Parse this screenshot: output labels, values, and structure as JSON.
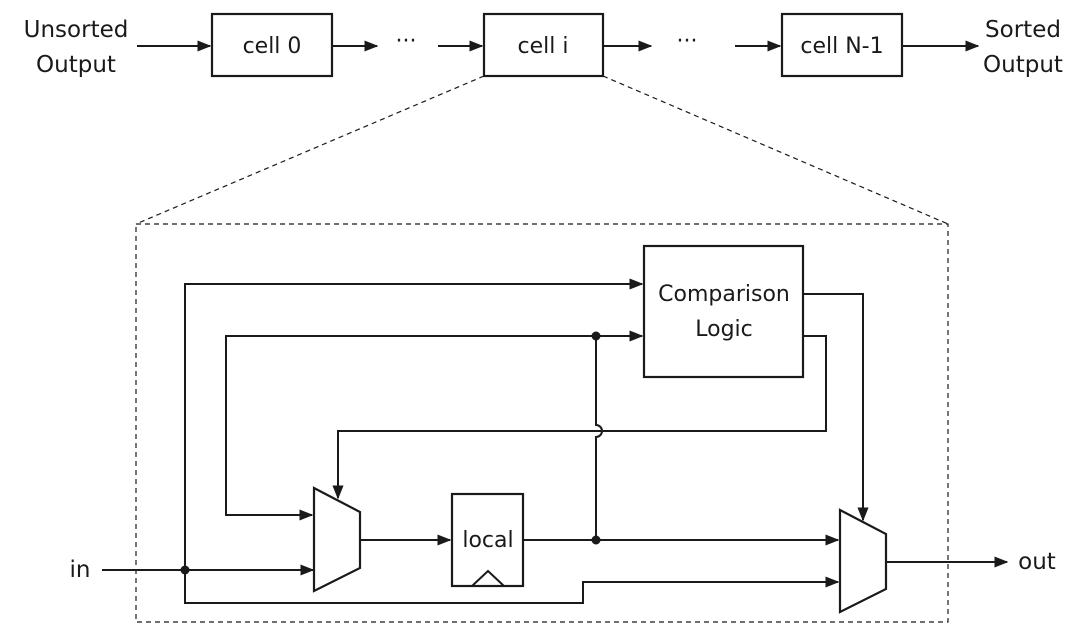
{
  "pipeline": {
    "input_label_line1": "Unsorted",
    "input_label_line2": "Output",
    "output_label_line1": "Sorted",
    "output_label_line2": "Output",
    "cells": [
      "cell 0",
      "cell i",
      "cell N-1"
    ],
    "ellipsis": "···"
  },
  "detail": {
    "comparison_line1": "Comparison",
    "comparison_line2": "Logic",
    "register_label": "local",
    "input_port": "in",
    "output_port": "out"
  }
}
